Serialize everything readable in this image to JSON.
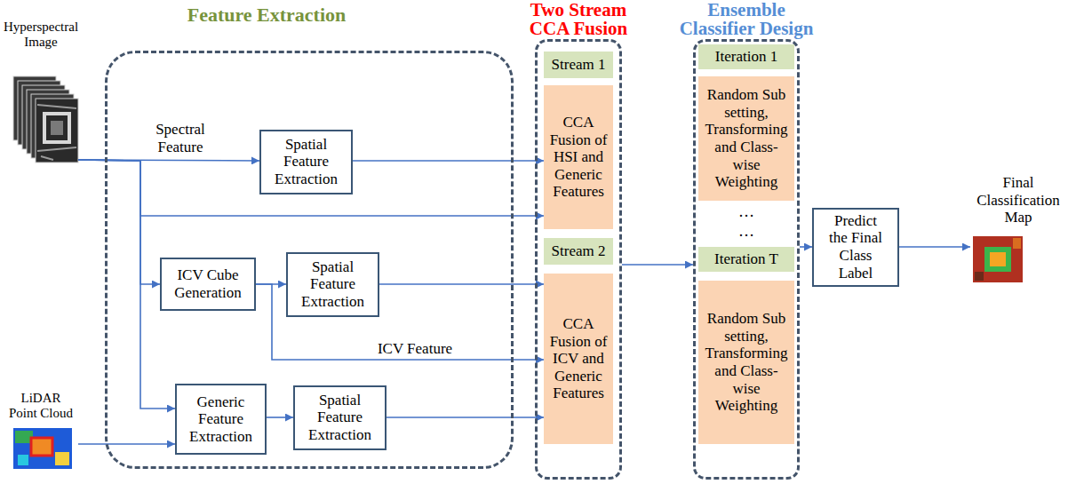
{
  "diagram": {
    "nodes": [
      {
        "text": [
          "Hyperspectral Image"
        ]
      },
      {
        "text": [
          "Feature Extraction"
        ]
      },
      {
        "text": [
          "Spatial Feature Extraction"
        ],
        "in": 1
      },
      {
        "text": [
          "ICV Cube Generation"
        ],
        "in": 1
      },
      {
        "text": [
          "Spatial Feature Extraction"
        ],
        "in": 1
      },
      {
        "text": [
          "Generic Feature Extraction"
        ],
        "in": 1
      },
      {
        "text": [
          "Spatial Feature Extraction"
        ],
        "in": 1
      },
      {
        "text": [
          "LiDAR Point Cloud"
        ]
      },
      {
        "text": [
          "Two Stream CCA Fusion"
        ]
      },
      {
        "text": [
          "Stream 1"
        ],
        "in": 8
      },
      {
        "text": [
          "CCA Fusion of HSI and Generic Features"
        ],
        "in": 8
      },
      {
        "text": [
          "Stream 2"
        ],
        "in": 8
      },
      {
        "text": [
          "CCA Fusion of ICV and Generic Features"
        ],
        "in": 8
      },
      {
        "text": [
          "Ensemble Classifier Design"
        ]
      },
      {
        "text": [
          "Iteration 1"
        ],
        "in": 13
      },
      {
        "text": [
          "Random Sub setting, Transforming and Class-wise Weighting"
        ],
        "in": 13
      },
      {
        "text": [
          "Iteration T"
        ],
        "in": 13
      },
      {
        "text": [
          "Random Sub setting, Transforming and Class-wise Weighting"
        ],
        "in": 13
      },
      {
        "text": [
          "Predict the Final Class Label"
        ]
      },
      {
        "text": [
          "Final Classification Map"
        ]
      }
    ],
    "edges": [
      {
        "from": 0,
        "to": 2,
        "arrow": "to",
        "label": "Spectral Feature"
      },
      {
        "from": 0,
        "to": 10,
        "arrow": "to"
      },
      {
        "from": 0,
        "to": 3,
        "arrow": "to"
      },
      {
        "from": 0,
        "to": 5,
        "arrow": "to"
      },
      {
        "from": 7,
        "to": 5,
        "arrow": "to"
      },
      {
        "from": 2,
        "to": 10,
        "arrow": "to"
      },
      {
        "from": 3,
        "to": 4,
        "arrow": "to"
      },
      {
        "from": 4,
        "to": 12,
        "arrow": "to"
      },
      {
        "from": 3,
        "to": 12,
        "arrow": "to",
        "label": "ICV Feature"
      },
      {
        "from": 5,
        "to": 6,
        "arrow": "to"
      },
      {
        "from": 6,
        "to": 12,
        "arrow": "to"
      },
      {
        "from": 8,
        "to": 13,
        "arrow": "to"
      },
      {
        "from": 13,
        "to": 18,
        "arrow": "to"
      },
      {
        "from": 18,
        "to": 19,
        "arrow": "to"
      }
    ],
    "labels": [
      "…",
      "…"
    ]
  }
}
